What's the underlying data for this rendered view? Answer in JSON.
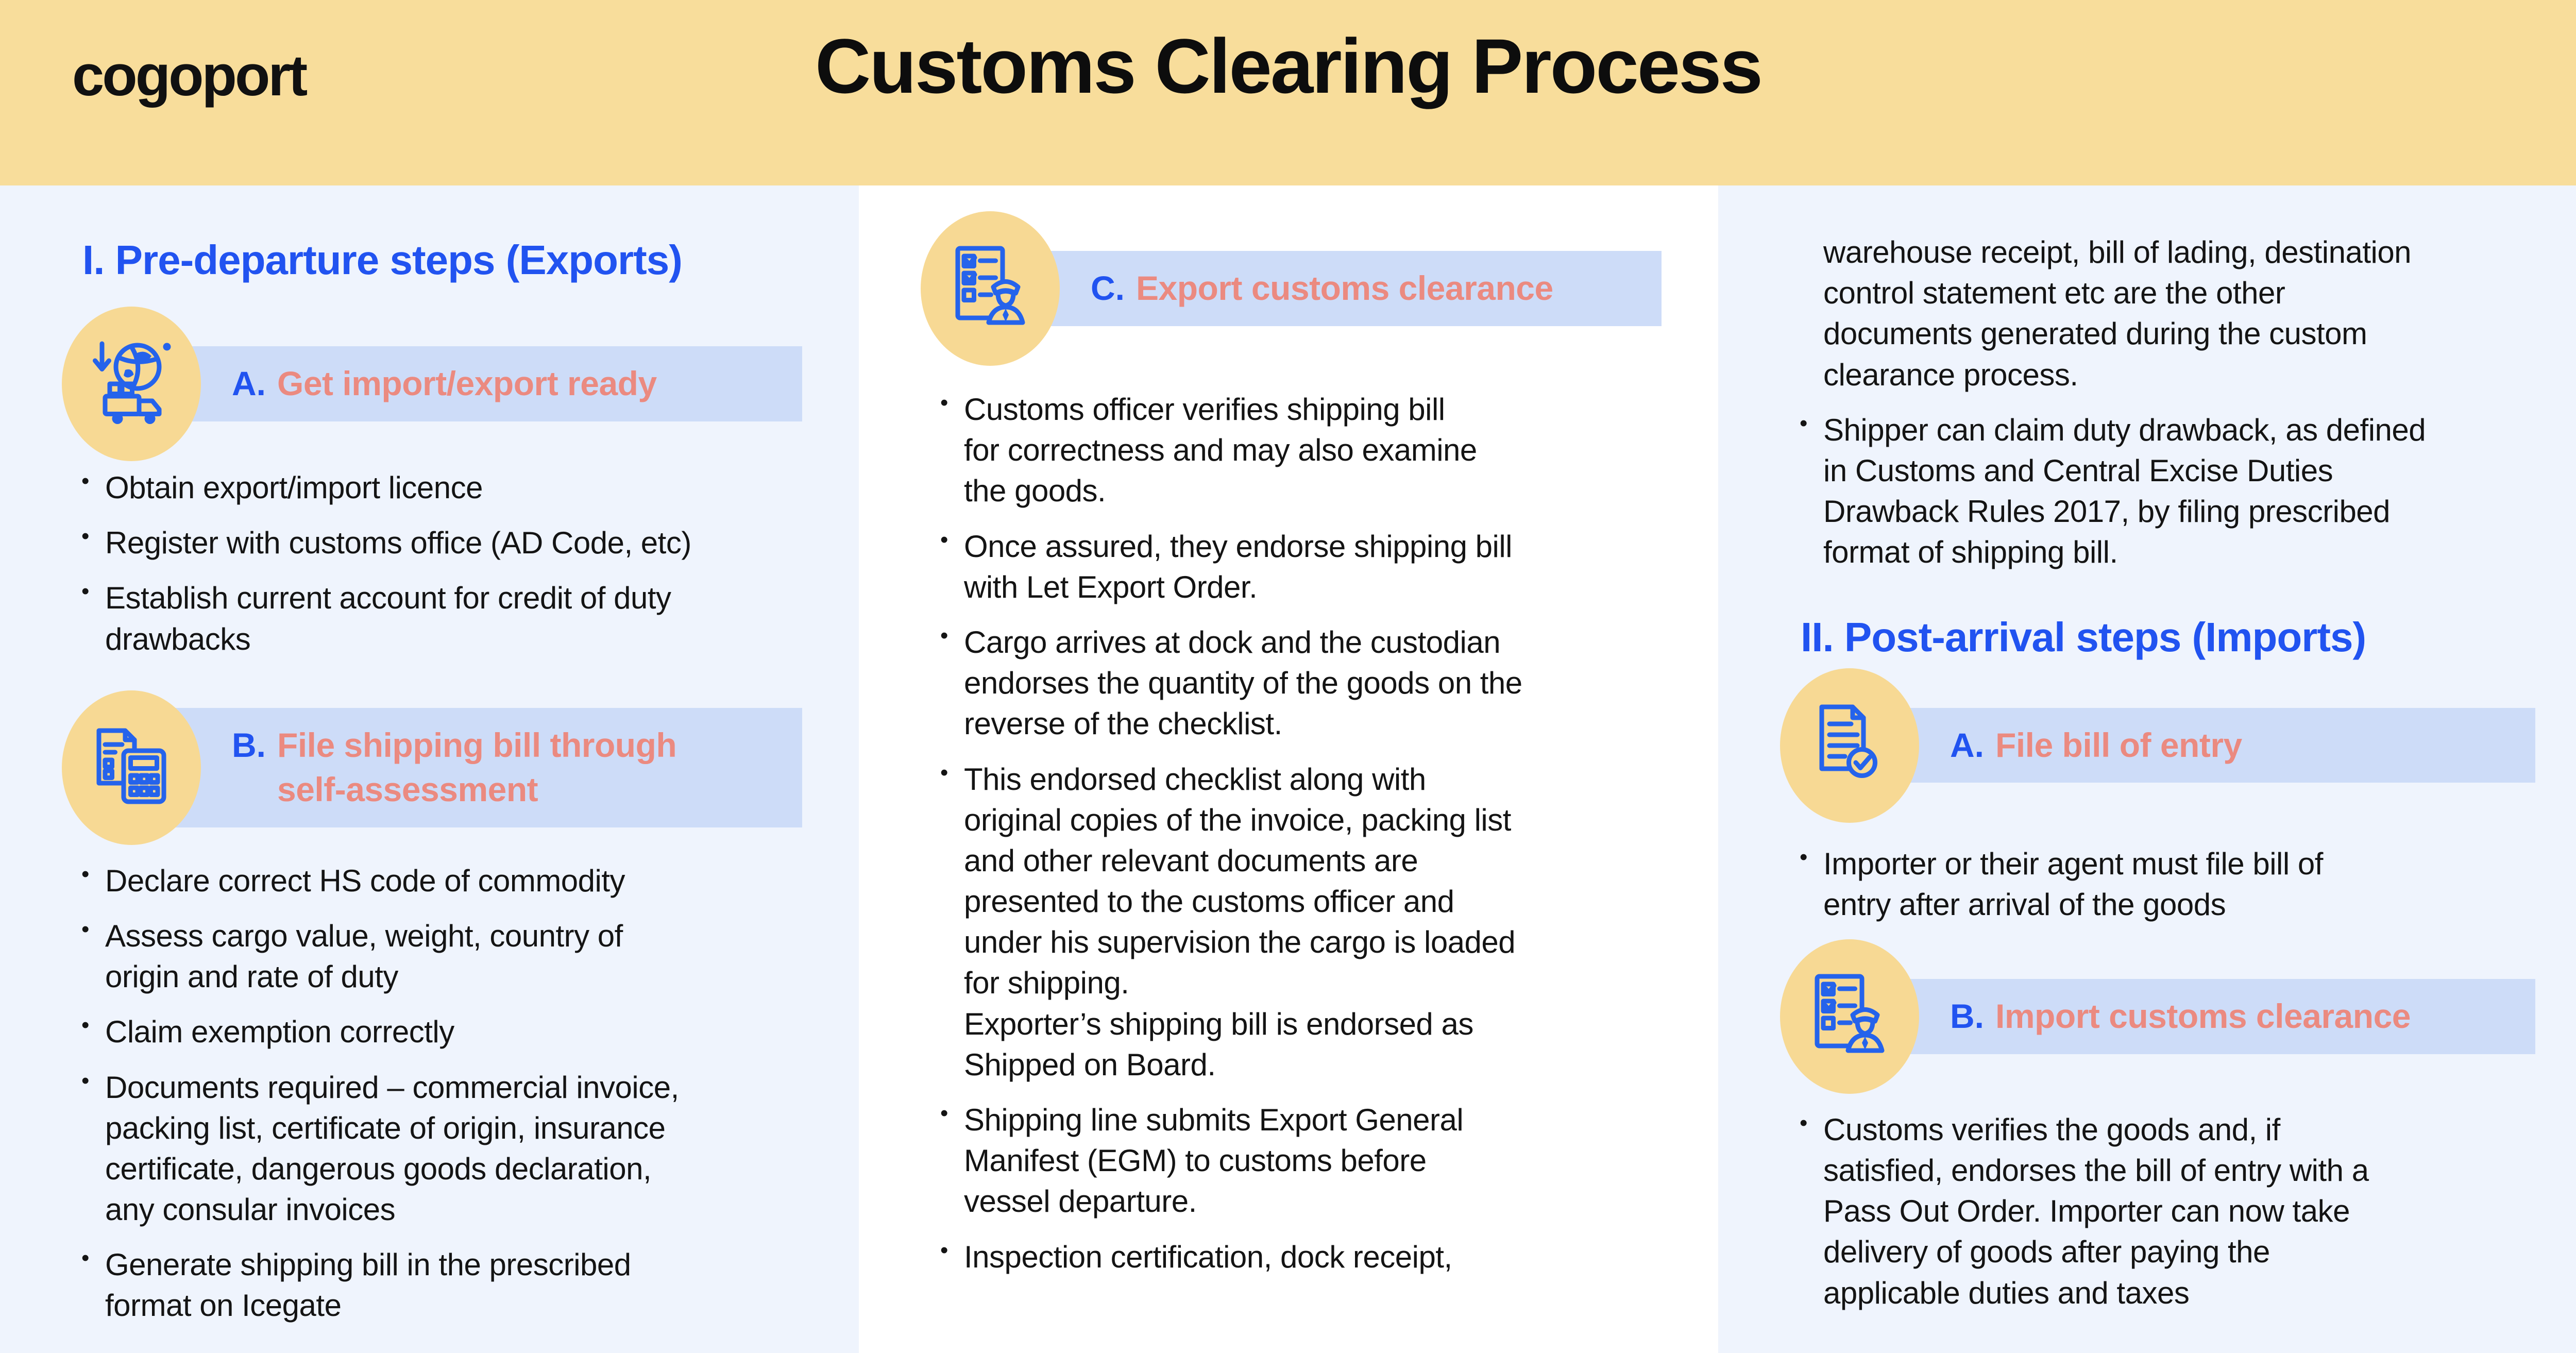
{
  "header": {
    "logo": "cogoport",
    "title": "Customs Clearing Process"
  },
  "theme": {
    "header_bg": "#F8DD9B",
    "panel_bg": "#EFF4FD",
    "banner_bg": "#CDDCF8",
    "accent_blue": "#2153F0",
    "accent_coral": "#EB8A80",
    "icon_blue": "#2563EB",
    "icon_circle_bg": "#F7D994",
    "body_text": "#141414"
  },
  "exports": {
    "heading": "I. Pre-departure steps (Exports)",
    "step_a": {
      "letter": "A.",
      "title": "Get import/export ready",
      "icon": "globe-truck-import-export-icon",
      "bullets": [
        "Obtain export/import licence",
        "Register with customs office (AD Code, etc)",
        "Establish current account for credit of duty\ndrawbacks"
      ]
    },
    "step_b": {
      "letter": "B.",
      "title": "File shipping bill through\nself-assessment",
      "icon": "document-calculator-icon",
      "bullets": [
        "Declare correct HS code of commodity",
        "Assess cargo value, weight, country of\norigin and rate of duty",
        "Claim exemption correctly",
        "Documents required – commercial invoice,\npacking list, certificate of origin, insurance\ncertificate, dangerous goods declaration,\nany consular invoices",
        "Generate shipping bill in the prescribed\nformat on Icegate"
      ]
    },
    "step_c": {
      "letter": "C.",
      "title": "Export customs clearance",
      "icon": "checklist-customs-officer-icon",
      "bullets": [
        "Customs officer verifies shipping bill\nfor correctness and may also examine\nthe goods.",
        "Once assured, they endorse shipping bill\nwith Let Export Order.",
        "Cargo arrives at dock and the custodian\nendorses the quantity of the goods on the\nreverse of the checklist.",
        "This endorsed checklist along with\noriginal copies of the invoice, packing list\nand other relevant documents are\npresented to the customs officer and\nunder his supervision the cargo is loaded\nfor shipping.\nExporter’s shipping bill is endorsed as\nShipped on Board.",
        "Shipping line submits Export General\nManifest (EGM) to customs before\nvessel departure.",
        "Inspection certification, dock receipt,"
      ],
      "continuation": "warehouse receipt, bill of lading, destination\ncontrol statement etc are the other\ndocuments generated during the custom\nclearance process.",
      "drawback_bullet": "Shipper can claim duty drawback, as defined\nin Customs and Central Excise Duties\nDrawback Rules 2017, by filing prescribed\nformat of shipping bill."
    }
  },
  "imports": {
    "heading": "II. Post-arrival steps (Imports)",
    "step_a": {
      "letter": "A.",
      "title": "File bill of entry",
      "icon": "document-check-icon",
      "bullets": [
        "Importer or their agent must file bill of\nentry after arrival of the goods"
      ]
    },
    "step_b": {
      "letter": "B.",
      "title": "Import customs clearance",
      "icon": "checklist-customs-officer-icon",
      "bullets": [
        "Customs verifies the goods and, if\nsatisfied, endorses the bill of entry with a\nPass Out Order. Importer can now take\ndelivery of goods after paying the\napplicable duties and taxes"
      ]
    }
  }
}
